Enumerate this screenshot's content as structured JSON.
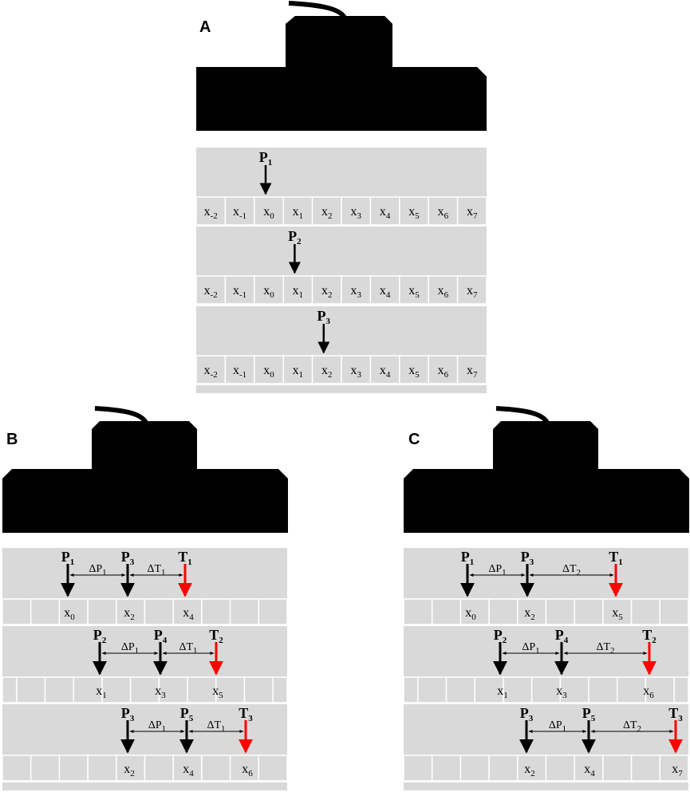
{
  "panels": {
    "A": {
      "letter": "A"
    },
    "B": {
      "letter": "B"
    },
    "C": {
      "letter": "C"
    }
  },
  "panelA": {
    "rows": [
      {
        "pointer": {
          "base": "P",
          "sub": "1"
        },
        "at": 2,
        "cells": [
          {
            "b": "x",
            "s": "-2"
          },
          {
            "b": "x",
            "s": "-1"
          },
          {
            "b": "x",
            "s": "0"
          },
          {
            "b": "x",
            "s": "1"
          },
          {
            "b": "x",
            "s": "2"
          },
          {
            "b": "x",
            "s": "3"
          },
          {
            "b": "x",
            "s": "4"
          },
          {
            "b": "x",
            "s": "5"
          },
          {
            "b": "x",
            "s": "6"
          },
          {
            "b": "x",
            "s": "7"
          }
        ]
      },
      {
        "pointer": {
          "base": "P",
          "sub": "2"
        },
        "at": 3,
        "cells": [
          {
            "b": "x",
            "s": "-2"
          },
          {
            "b": "x",
            "s": "-1"
          },
          {
            "b": "x",
            "s": "0"
          },
          {
            "b": "x",
            "s": "1"
          },
          {
            "b": "x",
            "s": "2"
          },
          {
            "b": "x",
            "s": "3"
          },
          {
            "b": "x",
            "s": "4"
          },
          {
            "b": "x",
            "s": "5"
          },
          {
            "b": "x",
            "s": "6"
          },
          {
            "b": "x",
            "s": "7"
          }
        ]
      },
      {
        "pointer": {
          "base": "P",
          "sub": "3"
        },
        "at": 4,
        "cells": [
          {
            "b": "x",
            "s": "-2"
          },
          {
            "b": "x",
            "s": "-1"
          },
          {
            "b": "x",
            "s": "0"
          },
          {
            "b": "x",
            "s": "1"
          },
          {
            "b": "x",
            "s": "2"
          },
          {
            "b": "x",
            "s": "3"
          },
          {
            "b": "x",
            "s": "4"
          },
          {
            "b": "x",
            "s": "5"
          },
          {
            "b": "x",
            "s": "6"
          },
          {
            "b": "x",
            "s": "7"
          }
        ]
      }
    ]
  },
  "panelB": {
    "rows": [
      {
        "arrows": [
          {
            "base": "P",
            "sub": "1",
            "red": false
          },
          {
            "base": "P",
            "sub": "3",
            "red": false
          },
          {
            "base": "T",
            "sub": "1",
            "red": true
          }
        ],
        "gaps": [
          {
            "base": "ΔP",
            "sub": "1"
          },
          {
            "base": "ΔT",
            "sub": "1"
          }
        ],
        "labels": [
          {
            "b": "x",
            "s": "0"
          },
          {
            "b": "x",
            "s": "2"
          },
          {
            "b": "x",
            "s": "4"
          }
        ]
      },
      {
        "arrows": [
          {
            "base": "P",
            "sub": "2",
            "red": false
          },
          {
            "base": "P",
            "sub": "4",
            "red": false
          },
          {
            "base": "T",
            "sub": "2",
            "red": true
          }
        ],
        "gaps": [
          {
            "base": "ΔP",
            "sub": "1"
          },
          {
            "base": "ΔT",
            "sub": "1"
          }
        ],
        "labels": [
          {
            "b": "x",
            "s": "1"
          },
          {
            "b": "x",
            "s": "3"
          },
          {
            "b": "x",
            "s": "5"
          }
        ]
      },
      {
        "arrows": [
          {
            "base": "P",
            "sub": "3",
            "red": false
          },
          {
            "base": "P",
            "sub": "5",
            "red": false
          },
          {
            "base": "T",
            "sub": "3",
            "red": true
          }
        ],
        "gaps": [
          {
            "base": "ΔP",
            "sub": "1"
          },
          {
            "base": "ΔT",
            "sub": "1"
          }
        ],
        "labels": [
          {
            "b": "x",
            "s": "2"
          },
          {
            "b": "x",
            "s": "4"
          },
          {
            "b": "x",
            "s": "6"
          }
        ]
      }
    ]
  },
  "panelC": {
    "rows": [
      {
        "arrows": [
          {
            "base": "P",
            "sub": "1",
            "red": false
          },
          {
            "base": "P",
            "sub": "3",
            "red": false
          },
          {
            "base": "T",
            "sub": "1",
            "red": true
          }
        ],
        "gaps": [
          {
            "base": "ΔP",
            "sub": "1"
          },
          {
            "base": "ΔT",
            "sub": "2"
          }
        ],
        "labels": [
          {
            "b": "x",
            "s": "0"
          },
          {
            "b": "x",
            "s": "2"
          },
          {
            "b": "x",
            "s": "5"
          }
        ]
      },
      {
        "arrows": [
          {
            "base": "P",
            "sub": "2",
            "red": false
          },
          {
            "base": "P",
            "sub": "4",
            "red": false
          },
          {
            "base": "T",
            "sub": "2",
            "red": true
          }
        ],
        "gaps": [
          {
            "base": "ΔP",
            "sub": "1"
          },
          {
            "base": "ΔT",
            "sub": "2"
          }
        ],
        "labels": [
          {
            "b": "x",
            "s": "1"
          },
          {
            "b": "x",
            "s": "3"
          },
          {
            "b": "x",
            "s": "6"
          }
        ]
      },
      {
        "arrows": [
          {
            "base": "P",
            "sub": "3",
            "red": false
          },
          {
            "base": "P",
            "sub": "5",
            "red": false
          },
          {
            "base": "T",
            "sub": "3",
            "red": true
          }
        ],
        "gaps": [
          {
            "base": "ΔP",
            "sub": "1"
          },
          {
            "base": "ΔT",
            "sub": "2"
          }
        ],
        "labels": [
          {
            "b": "x",
            "s": "2"
          },
          {
            "b": "x",
            "s": "4"
          },
          {
            "b": "x",
            "s": "7"
          }
        ]
      }
    ]
  },
  "colors": {
    "device": "#000000",
    "belt": "#d9d9d9",
    "cellBorder": "#ffffff",
    "target": "#ff0000",
    "pointer": "#000000"
  }
}
